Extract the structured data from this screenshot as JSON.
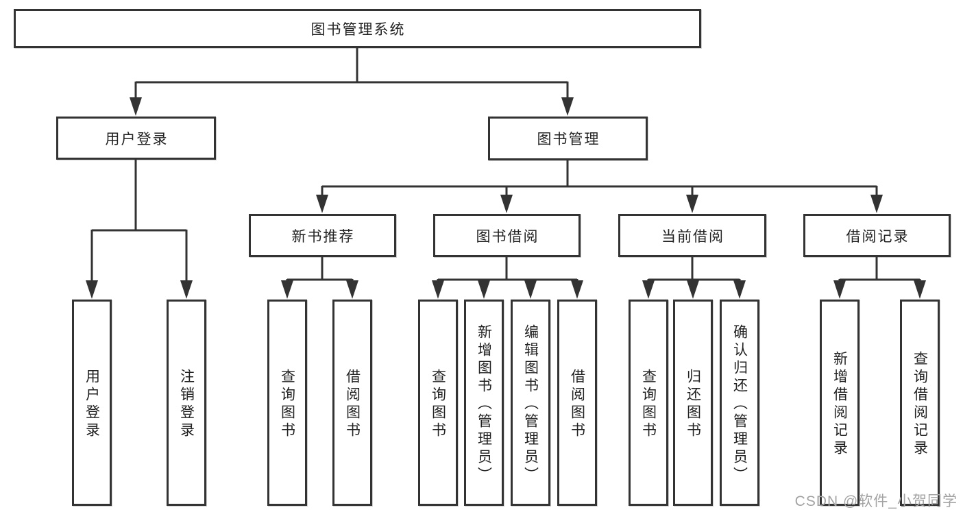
{
  "diagram": {
    "root": {
      "label": "图书管理系统"
    },
    "level2": {
      "user_login": {
        "label": "用户登录"
      },
      "book_mgmt": {
        "label": "图书管理"
      }
    },
    "level3": {
      "new_book_rec": {
        "label": "新书推荐"
      },
      "book_borrow": {
        "label": "图书借阅"
      },
      "current_borrow": {
        "label": "当前借阅"
      },
      "borrow_records": {
        "label": "借阅记录"
      }
    },
    "leaves": {
      "user_login_login": "用户登录",
      "user_login_logout": "注销登录",
      "rec_query_books": "查询图书",
      "rec_borrow_books": "借阅图书",
      "borrow_query_books": "查询图书",
      "borrow_add_books": "新增图书（管理员）",
      "borrow_edit_books": "编辑图书（管理员）",
      "borrow_borrow_books": "借阅图书",
      "current_query_books": "查询图书",
      "current_return_books": "归还图书",
      "current_confirm_return": "确认归还（管理员）",
      "records_add_record": "新增借阅记录",
      "records_query_record": "查询借阅记录"
    }
  },
  "watermark": {
    "text": "CSDN @软件_小贺同学"
  },
  "colors": {
    "line": "#333333",
    "border": "#333333",
    "text": "#222222",
    "watermark": "#a3a3a3",
    "background": "#ffffff"
  }
}
